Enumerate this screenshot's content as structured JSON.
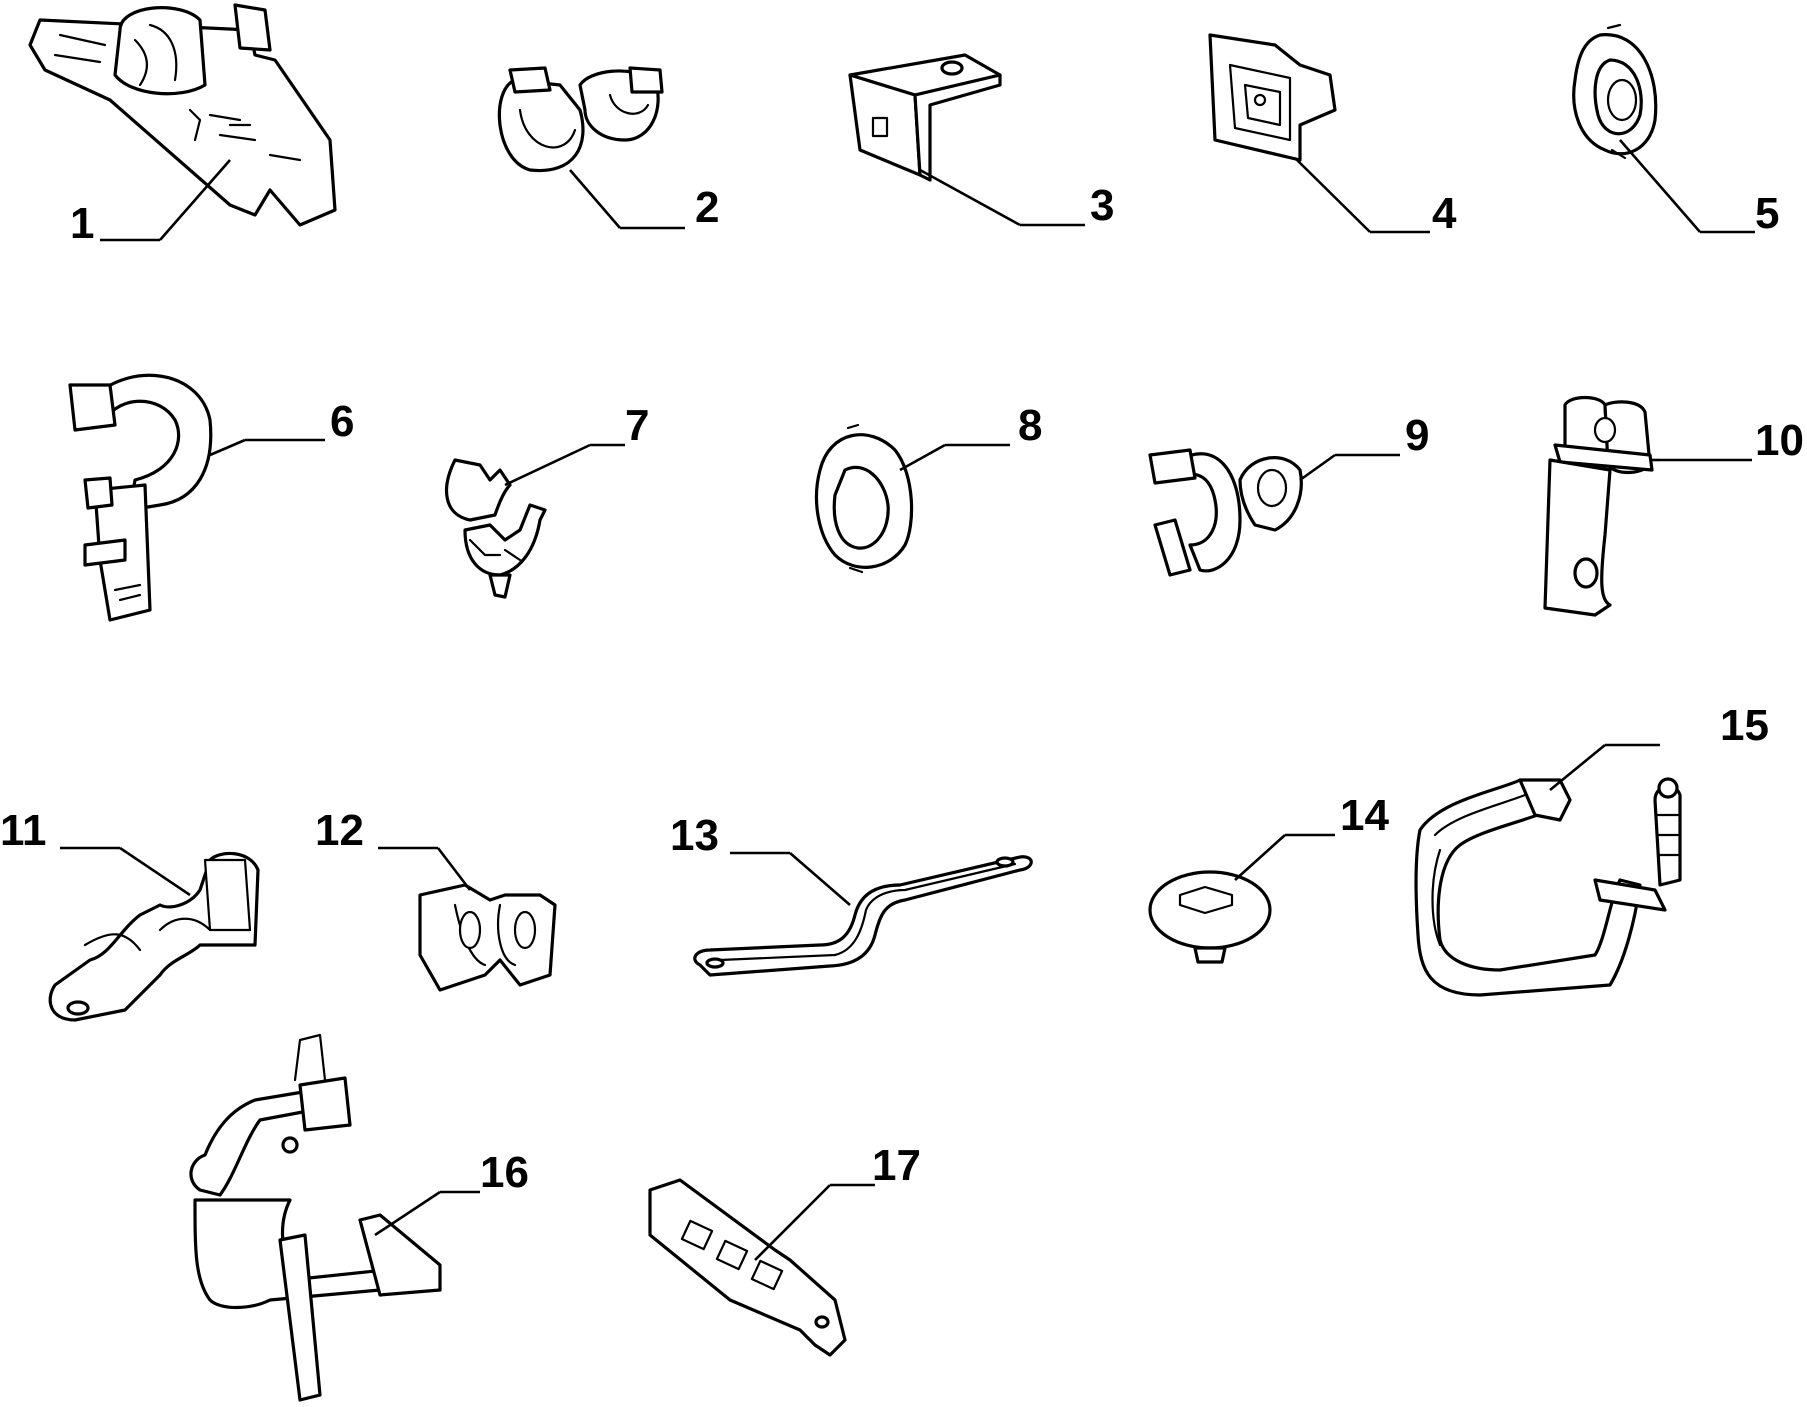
{
  "diagram": {
    "labels": [
      "1",
      "2",
      "3",
      "4",
      "5",
      "6",
      "7",
      "8",
      "9",
      "10",
      "11",
      "12",
      "13",
      "14",
      "15",
      "16",
      "17"
    ],
    "colors": {
      "line": "#000000",
      "background": "#ffffff"
    }
  }
}
